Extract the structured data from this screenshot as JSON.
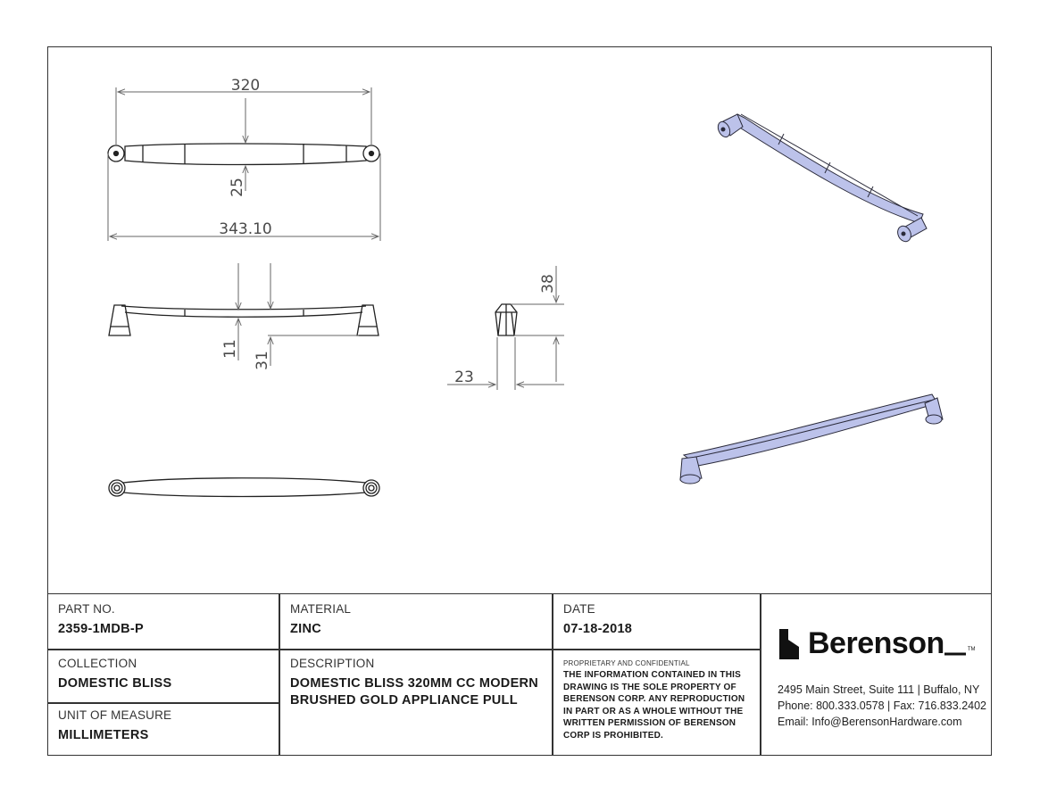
{
  "dimensions": {
    "cc_length": "320",
    "height_top": "25",
    "overall_length": "343.10",
    "bar_thickness": "11",
    "post_offset": "31",
    "projection": "38",
    "base_diameter": "23"
  },
  "title_block": {
    "part_no_label": "PART NO.",
    "part_no": "2359-1MDB-P",
    "material_label": "MATERIAL",
    "material": "ZINC",
    "date_label": "DATE",
    "date": "07-18-2018",
    "collection_label": "COLLECTION",
    "collection": "DOMESTIC BLISS",
    "description_label": "DESCRIPTION",
    "description_line1": "DOMESTIC BLISS 320MM CC MODERN",
    "description_line2": "BRUSHED GOLD APPLIANCE PULL",
    "uom_label": "UNIT OF MEASURE",
    "uom": "MILLIMETERS",
    "proprietary_heading": "PROPRIETARY AND CONFIDENTIAL",
    "proprietary_lines": [
      "THE INFORMATION CONTAINED IN THIS",
      "DRAWING IS THE SOLE PROPERTY OF",
      "BERENSON CORP. ANY REPRODUCTION",
      "IN PART OR AS A WHOLE WITHOUT THE",
      "WRITTEN PERMISSION OF BERENSON",
      "CORP IS PROHIBITED."
    ]
  },
  "company": {
    "name": "Berenson",
    "tm": "TM",
    "address": "2495 Main Street, Suite 111 | Buffalo, NY",
    "phone_fax": "Phone: 800.333.0578 | Fax: 716.833.2402",
    "email": "Email: Info@BerensonHardware.com"
  },
  "colors": {
    "line": "#222222",
    "dim_line": "#666666",
    "iso_fill": "#bcc2ea",
    "iso_edge": "#2a2a3a"
  }
}
